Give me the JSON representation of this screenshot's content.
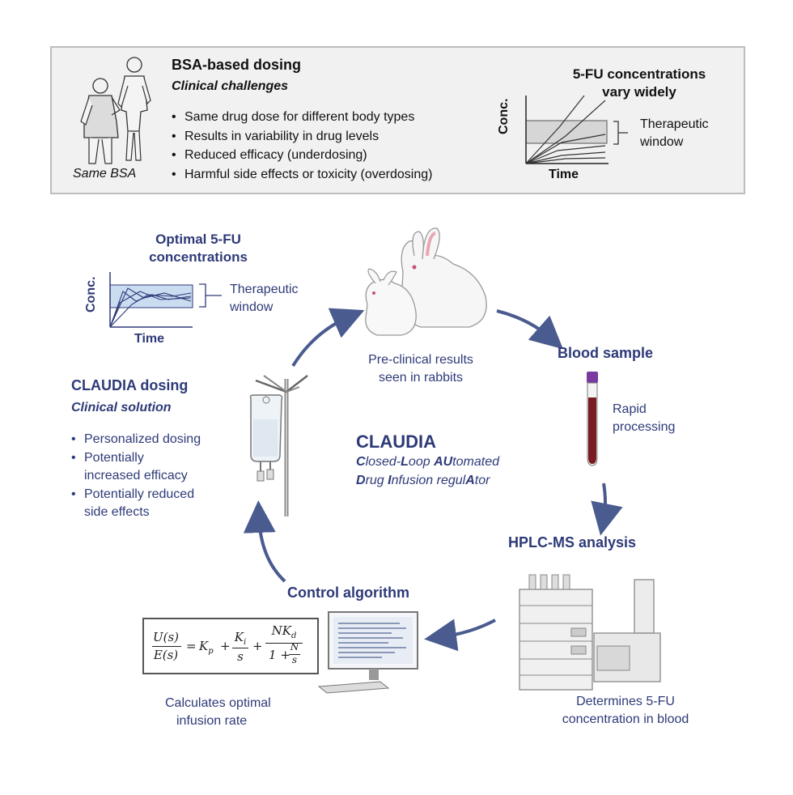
{
  "top": {
    "title": "BSA-based dosing",
    "subtitle": "Clinical challenges",
    "bullets": [
      "Same drug dose for different body types",
      "Results in variability in drug levels",
      "Reduced efficacy (underdosing)",
      "Harmful side effects or toxicity (overdosing)"
    ],
    "people_caption": "Same BSA",
    "chart_title_line1": "5-FU concentrations",
    "chart_title_line2": "vary widely",
    "ylabel": "Conc.",
    "xlabel": "Time",
    "window_line1": "Therapeutic",
    "window_line2": "window"
  },
  "optimal": {
    "title_line1": "Optimal 5-FU",
    "title_line2": "concentrations",
    "ylabel": "Conc.",
    "xlabel": "Time",
    "window_line1": "Therapeutic",
    "window_line2": "window"
  },
  "claudia_dosing": {
    "title": "CLAUDIA dosing",
    "subtitle": "Clinical solution",
    "bullets": [
      [
        "Personalized dosing"
      ],
      [
        "Potentially",
        "increased efficacy"
      ],
      [
        "Potentially reduced",
        "side effects"
      ]
    ]
  },
  "center": {
    "title": "CLAUDIA",
    "line1": [
      [
        "C",
        "b"
      ],
      [
        "losed-",
        "i"
      ],
      [
        "L",
        "b"
      ],
      [
        "oop ",
        "i"
      ],
      [
        "AU",
        "b"
      ],
      [
        "tomated",
        "i"
      ]
    ],
    "line2": [
      [
        "D",
        "b"
      ],
      [
        "rug ",
        "i"
      ],
      [
        "I",
        "b"
      ],
      [
        "nfusion regul",
        "i"
      ],
      [
        "A",
        "b"
      ],
      [
        "tor",
        "i"
      ]
    ]
  },
  "rabbits": {
    "caption_line1": "Pre-clinical results",
    "caption_line2": "seen in rabbits"
  },
  "blood": {
    "title": "Blood sample",
    "caption_line1": "Rapid",
    "caption_line2": "processing"
  },
  "hplc": {
    "title": "HPLC-MS analysis",
    "caption_line1": "Determines 5-FU",
    "caption_line2": "concentration in blood"
  },
  "control": {
    "title": "Control algorithm",
    "caption_line1": "Calculates optimal",
    "caption_line2": "infusion rate",
    "equation": {
      "lhs_num": "U(s)",
      "lhs_den": "E(s)",
      "eq": "=",
      "kp": "K",
      "kp_sub": "p",
      "plus": "+",
      "ki": "K",
      "ki_sub": "i",
      "s": "s",
      "nkd": "NK",
      "nkd_sub": "d",
      "one": "1",
      "n": "N"
    }
  },
  "colors": {
    "navy": "#2e3a78",
    "arrow": "#4a5b8f",
    "window_fill": "#c9dcf0",
    "panel_bg": "#f1f1f1"
  }
}
